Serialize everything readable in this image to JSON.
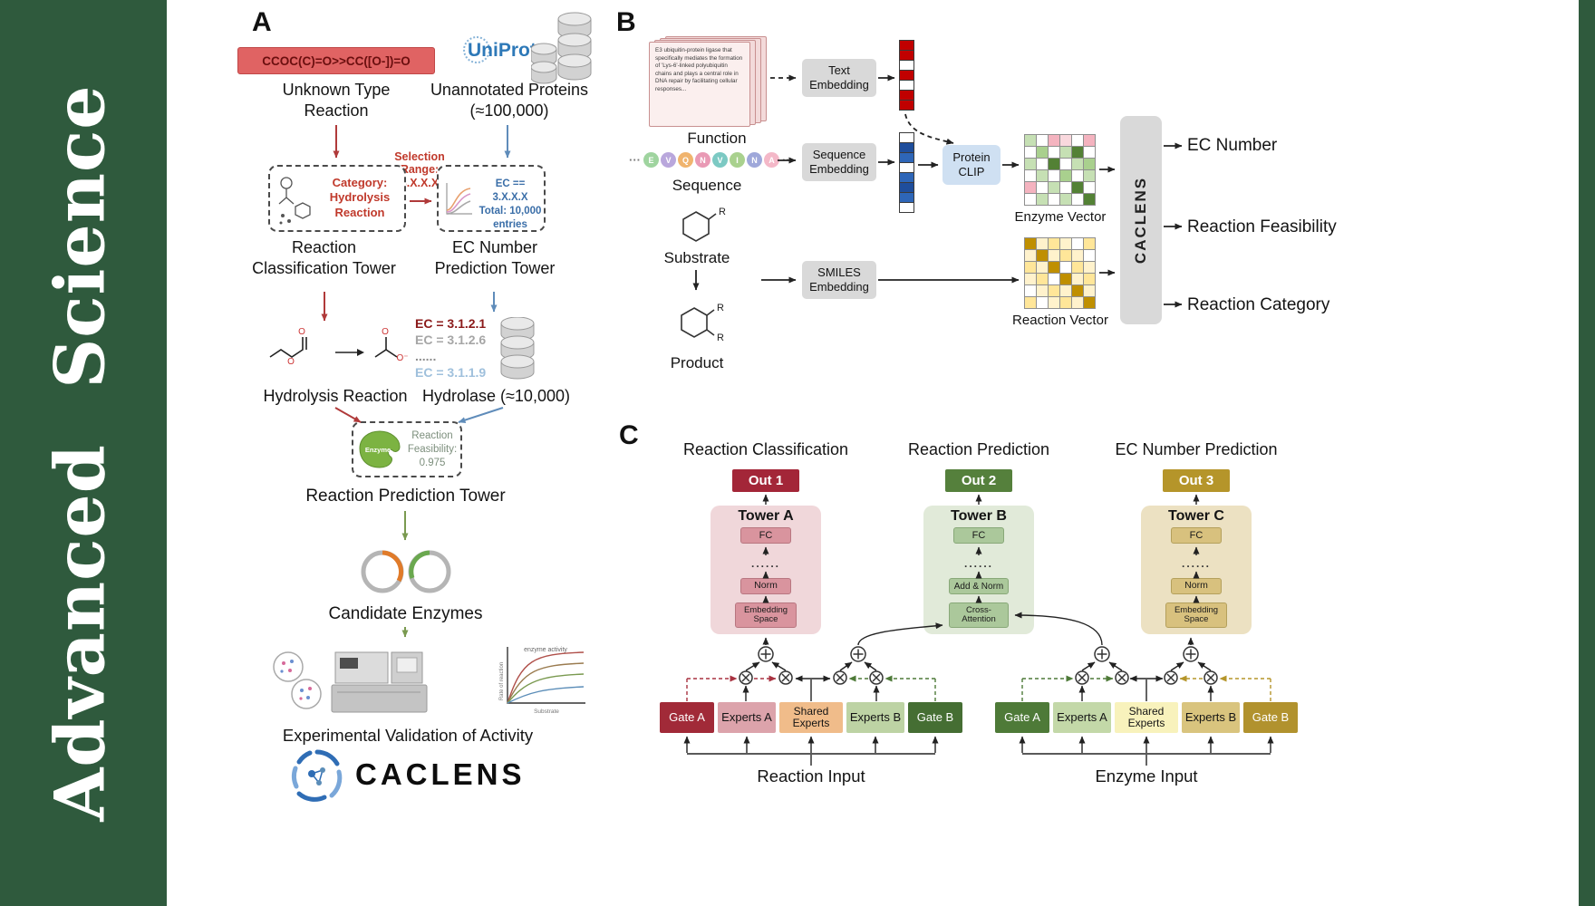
{
  "journal": {
    "name": "Advanced Science"
  },
  "panel_a": {
    "label": "A",
    "smiles": "CCOC(C)=O>>CC([O-])=O",
    "unknown_reaction": "Unknown Type Reaction",
    "uniprot": "UniProt",
    "unannotated": "Unannotated Proteins (≈100,000)",
    "selection_range": "Selection\nRange:\n3.X.X.X",
    "category": "Category:\nHydrolysis\nReaction",
    "ec_filter": "EC == 3.X.X.X\nTotal: 10,000\nentries",
    "classification_tower": "Reaction Classification Tower",
    "ec_tower": "EC Number Prediction Tower",
    "ec_list": [
      "EC = 3.1.2.1",
      "EC = 3.1.2.6",
      "......",
      "EC = 3.1.1.9"
    ],
    "hydrolysis_reaction": "Hydrolysis Reaction",
    "hydrolase": "Hydrolase (≈10,000)",
    "enzyme": "Enzyme",
    "feasibility": "Reaction\nFeasibility:\n0.975",
    "prediction_tower": "Reaction Prediction Tower",
    "candidate_enzymes": "Candidate Enzymes",
    "graph_title": "enzyme activity",
    "graph_xlabel": "Substrate",
    "graph_ylabel": "Rate of reaction",
    "validation": "Experimental Validation of Activity",
    "wordmark": "CACLENS"
  },
  "panel_b": {
    "label": "B",
    "function_text": "E3 ubiquitin-protein ligase that specifically mediates the formation of 'Lys-6'-linked polyubiquitin chains and plays a central role in DNA repair by facilitating cellular responses...",
    "function": "Function",
    "ellipsis": "···",
    "sequence_chips": [
      {
        "l": "E",
        "c": "#9fd49f"
      },
      {
        "l": "V",
        "c": "#b9a7dc"
      },
      {
        "l": "Q",
        "c": "#f0b46e"
      },
      {
        "l": "N",
        "c": "#e99ab5"
      },
      {
        "l": "V",
        "c": "#7cc9c3"
      },
      {
        "l": "I",
        "c": "#a9d18e"
      },
      {
        "l": "N",
        "c": "#9fa8da"
      },
      {
        "l": "A",
        "c": "#f4b8c8"
      }
    ],
    "sequence": "Sequence",
    "substrate": "Substrate",
    "product": "Product",
    "r_label": "R",
    "text_embedding": "Text Embedding",
    "sequence_embedding": "Sequence Embedding",
    "smiles_embedding": "SMILES Embedding",
    "protein_clip": "Protein CLIP",
    "text_vector": [
      "#c00000",
      "#c00000",
      "#ffffff",
      "#c00000",
      "#ffffff",
      "#c00000",
      "#c00000"
    ],
    "sequence_vector": [
      "#ffffff",
      "#1f4e9c",
      "#2e66b8",
      "#ffffff",
      "#2e66b8",
      "#1f4e9c",
      "#2e66b8",
      "#ffffff"
    ],
    "enzyme_vector_grid": [
      [
        "#c6e0b4",
        "#ffffff",
        "#f4b3bf",
        "#f9d8dd",
        "#ffffff",
        "#f4b3bf"
      ],
      [
        "#ffffff",
        "#a9d08e",
        "#ffffff",
        "#c6e0b4",
        "#538135",
        "#ffffff"
      ],
      [
        "#c6e0b4",
        "#ffffff",
        "#538135",
        "#ffffff",
        "#c6e0b4",
        "#a9d08e"
      ],
      [
        "#ffffff",
        "#c6e0b4",
        "#ffffff",
        "#a9d08e",
        "#ffffff",
        "#c6e0b4"
      ],
      [
        "#f4b3bf",
        "#ffffff",
        "#c6e0b4",
        "#ffffff",
        "#538135",
        "#ffffff"
      ],
      [
        "#ffffff",
        "#c6e0b4",
        "#ffffff",
        "#c6e0b4",
        "#ffffff",
        "#538135"
      ]
    ],
    "reaction_vector_grid": [
      [
        "#bf8f00",
        "#fff2cc",
        "#ffe699",
        "#fff2cc",
        "#ffffff",
        "#ffe699"
      ],
      [
        "#fff2cc",
        "#bf8f00",
        "#fff2cc",
        "#ffe699",
        "#fff2cc",
        "#ffffff"
      ],
      [
        "#ffe699",
        "#fff2cc",
        "#bf8f00",
        "#ffffff",
        "#ffe699",
        "#fff2cc"
      ],
      [
        "#fff2cc",
        "#ffe699",
        "#ffffff",
        "#bf8f00",
        "#fff2cc",
        "#ffe699"
      ],
      [
        "#ffffff",
        "#fff2cc",
        "#ffe699",
        "#fff2cc",
        "#bf8f00",
        "#fff2cc"
      ],
      [
        "#ffe699",
        "#ffffff",
        "#fff2cc",
        "#ffe699",
        "#fff2cc",
        "#bf8f00"
      ]
    ],
    "enzyme_vector_label": "Enzyme Vector",
    "reaction_vector_label": "Reaction Vector",
    "caclens": "CACLENS",
    "outputs": [
      "EC Number",
      "Reaction Feasibility",
      "Reaction Category"
    ]
  },
  "panel_c": {
    "label": "C",
    "titles": [
      "Reaction Classification",
      "Reaction Prediction",
      "EC Number Prediction"
    ],
    "outs": [
      "Out 1",
      "Out 2",
      "Out 3"
    ],
    "towers": [
      "Tower A",
      "Tower B",
      "Tower C"
    ],
    "fc": "FC",
    "dots": "......",
    "norm": "Norm",
    "embedding_space": "Embedding Space",
    "add_norm": "Add & Norm",
    "cross_attention": "Cross-Attention",
    "left_group": [
      "Gate A",
      "Experts A",
      "Shared Experts",
      "Experts B",
      "Gate B"
    ],
    "right_group": [
      "Gate A",
      "Experts A",
      "Shared Experts",
      "Experts B",
      "Gate B"
    ],
    "reaction_input": "Reaction Input",
    "enzyme_input": "Enzyme Input"
  }
}
